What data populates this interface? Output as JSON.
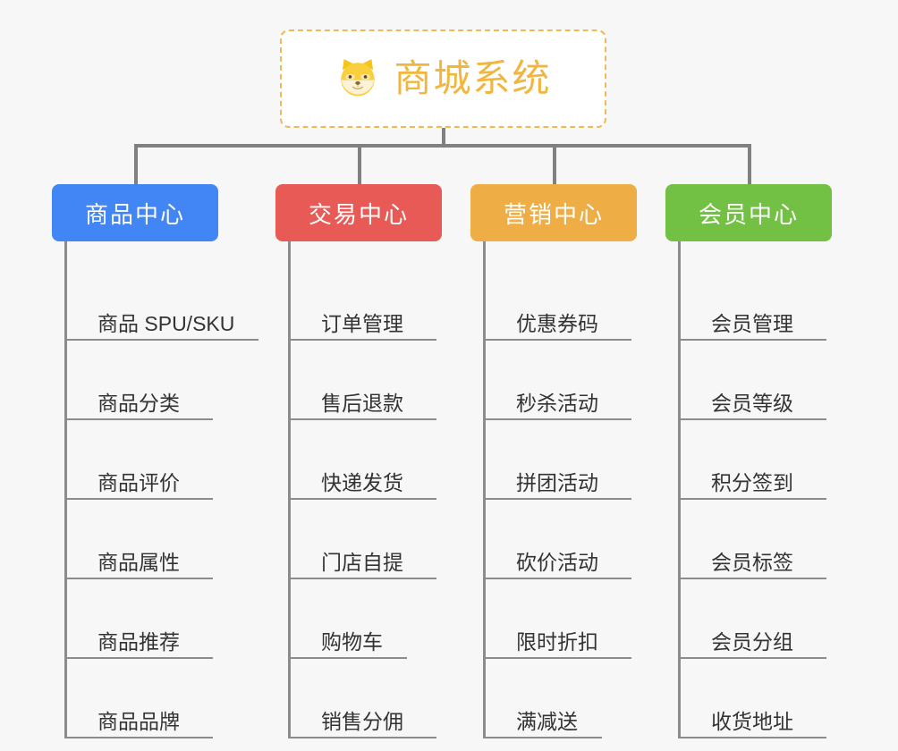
{
  "diagram": {
    "title": "商城系统 功能架构图",
    "background_color": "#f7f7f7"
  },
  "root": {
    "label": "商城系统",
    "icon": "shiba-dog-face-icon",
    "border_color": "#f0b956",
    "text_color": "#f0b63f",
    "background_color": "#ffffff"
  },
  "connector": {
    "color": "#808080"
  },
  "categories": [
    {
      "label": "商品中心",
      "color": "#4285f4",
      "items": [
        {
          "label": "商品 SPU/SKU",
          "width": "long"
        },
        {
          "label": "商品分类",
          "width": "short"
        },
        {
          "label": "商品评价",
          "width": "short"
        },
        {
          "label": "商品属性",
          "width": "short"
        },
        {
          "label": "商品推荐",
          "width": "short"
        },
        {
          "label": "商品品牌",
          "width": "short"
        }
      ]
    },
    {
      "label": "交易中心",
      "color": "#e85a56",
      "items": [
        {
          "label": "订单管理",
          "width": "long"
        },
        {
          "label": "售后退款",
          "width": "long"
        },
        {
          "label": "快递发货",
          "width": "long"
        },
        {
          "label": "门店自提",
          "width": "long"
        },
        {
          "label": "购物车",
          "width": "short"
        },
        {
          "label": "销售分佣",
          "width": "long"
        }
      ]
    },
    {
      "label": "营销中心",
      "color": "#eeae45",
      "items": [
        {
          "label": "优惠券码",
          "width": "long"
        },
        {
          "label": "秒杀活动",
          "width": "long"
        },
        {
          "label": "拼团活动",
          "width": "long"
        },
        {
          "label": "砍价活动",
          "width": "long"
        },
        {
          "label": "限时折扣",
          "width": "long"
        },
        {
          "label": "满减送",
          "width": "short"
        }
      ]
    },
    {
      "label": "会员中心",
      "color": "#72c044",
      "items": [
        {
          "label": "会员管理",
          "width": "long"
        },
        {
          "label": "会员等级",
          "width": "long"
        },
        {
          "label": "积分签到",
          "width": "long"
        },
        {
          "label": "会员标签",
          "width": "long"
        },
        {
          "label": "会员分组",
          "width": "long"
        },
        {
          "label": "收货地址",
          "width": "long"
        }
      ]
    }
  ]
}
